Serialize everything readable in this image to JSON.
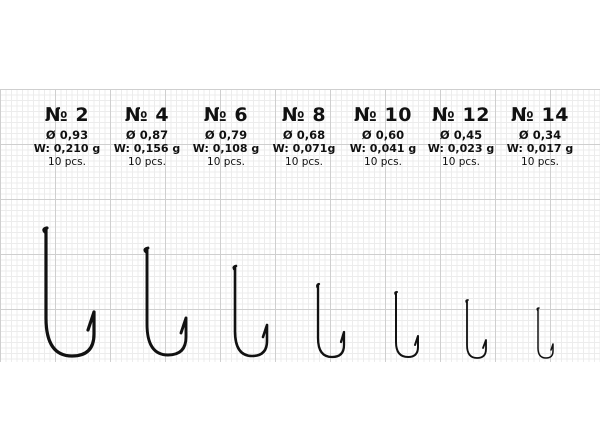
{
  "hooks": [
    {
      "size": "№ 2",
      "diameter": "Ø 0,93",
      "weight": "W: 0,210 g",
      "quantity": "10 pcs."
    },
    {
      "size": "№ 4",
      "diameter": "Ø 0,87",
      "weight": "W: 0,156 g",
      "quantity": "10 pcs."
    },
    {
      "size": "№ 6",
      "diameter": "Ø 0,79",
      "weight": "W: 0,108 g",
      "quantity": "10 pcs."
    },
    {
      "size": "№ 8",
      "diameter": "Ø 0,68",
      "weight": "W: 0,071g",
      "quantity": "10 pcs."
    },
    {
      "size": "№ 10",
      "diameter": "Ø 0,60",
      "weight": "W: 0,041 g",
      "quantity": "10 pcs."
    },
    {
      "size": "№ 12",
      "diameter": "Ø 0,45",
      "weight": "W: 0,023 g",
      "quantity": "10 pcs."
    },
    {
      "size": "№ 14",
      "diameter": "Ø 0,34",
      "weight": "W: 0,017 g",
      "quantity": "10 pcs."
    }
  ],
  "colors": {
    "ink": "#111111",
    "grid_major": "#cfcfcf",
    "grid_minor": "#ececec"
  }
}
